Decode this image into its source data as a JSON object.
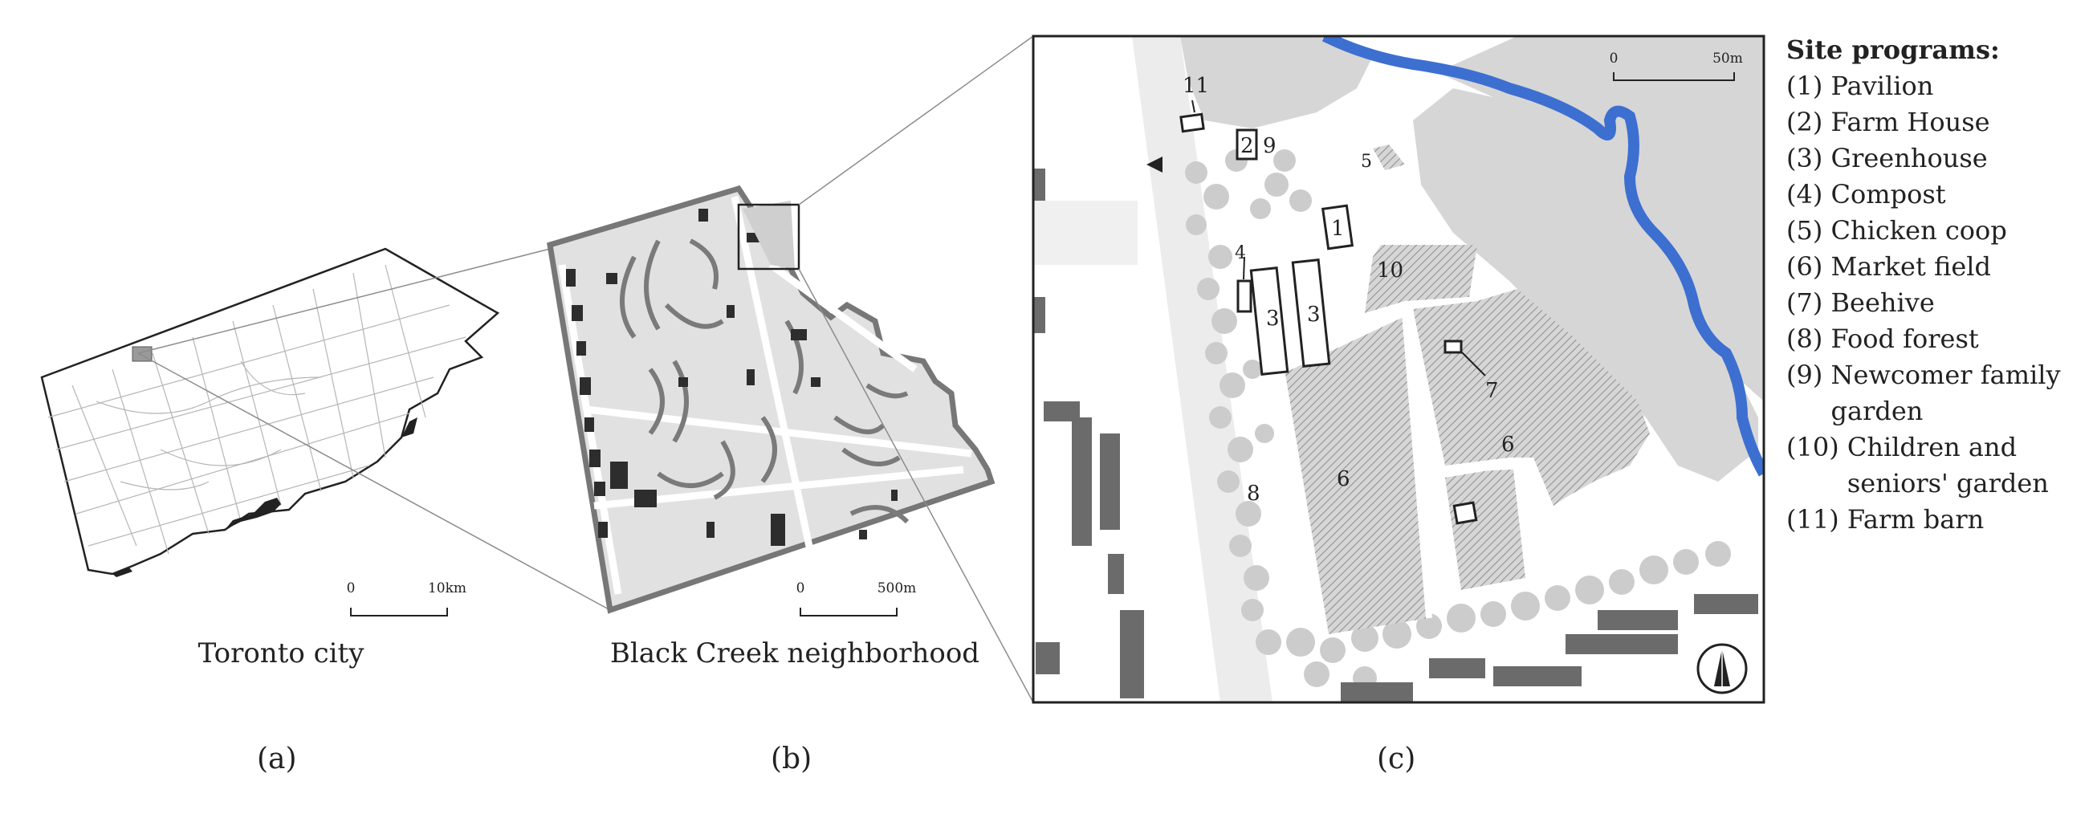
{
  "panels": {
    "a": {
      "letter": "(a)",
      "caption": "Toronto city",
      "scale": {
        "zero": "0",
        "end": "10km"
      }
    },
    "b": {
      "letter": "(b)",
      "caption": "Black Creek neighborhood",
      "scale": {
        "zero": "0",
        "end": "500m"
      }
    },
    "c": {
      "letter": "(c)",
      "scale": {
        "zero": "0",
        "end": "50m"
      }
    }
  },
  "site_labels": {
    "l1": "1",
    "l2": "2",
    "l3a": "3",
    "l3b": "3",
    "l4": "4",
    "l5": "5",
    "l6a": "6",
    "l6b": "6",
    "l7": "7",
    "l8": "8",
    "l9": "9",
    "l10": "10",
    "l11": "11"
  },
  "legend": {
    "title": "Site programs:",
    "items": [
      {
        "num": "(1) ",
        "name": "Pavilion"
      },
      {
        "num": "(2) ",
        "name": "Farm House"
      },
      {
        "num": "(3) ",
        "name": "Greenhouse"
      },
      {
        "num": "(4) ",
        "name": "Compost"
      },
      {
        "num": "(5) ",
        "name": "Chicken coop"
      },
      {
        "num": "(6) ",
        "name": "Market field"
      },
      {
        "num": "(7) ",
        "name": "Beehive"
      },
      {
        "num": "(8) ",
        "name": "Food forest"
      },
      {
        "num": "(9) ",
        "name": "Newcomer family garden"
      },
      {
        "num": "(10) ",
        "name": "Children and seniors' garden"
      },
      {
        "num": "(11) ",
        "name": "Farm barn"
      }
    ]
  },
  "colors": {
    "creek": "#3d6fd1",
    "tree": "#cfcfcf",
    "building": "#6b6b6b",
    "map_fill": "#dedede",
    "highlight": "#9a9a9a"
  },
  "icons": {
    "north_arrow": "north-arrow-icon",
    "entrance": "entrance-triangle-icon"
  }
}
